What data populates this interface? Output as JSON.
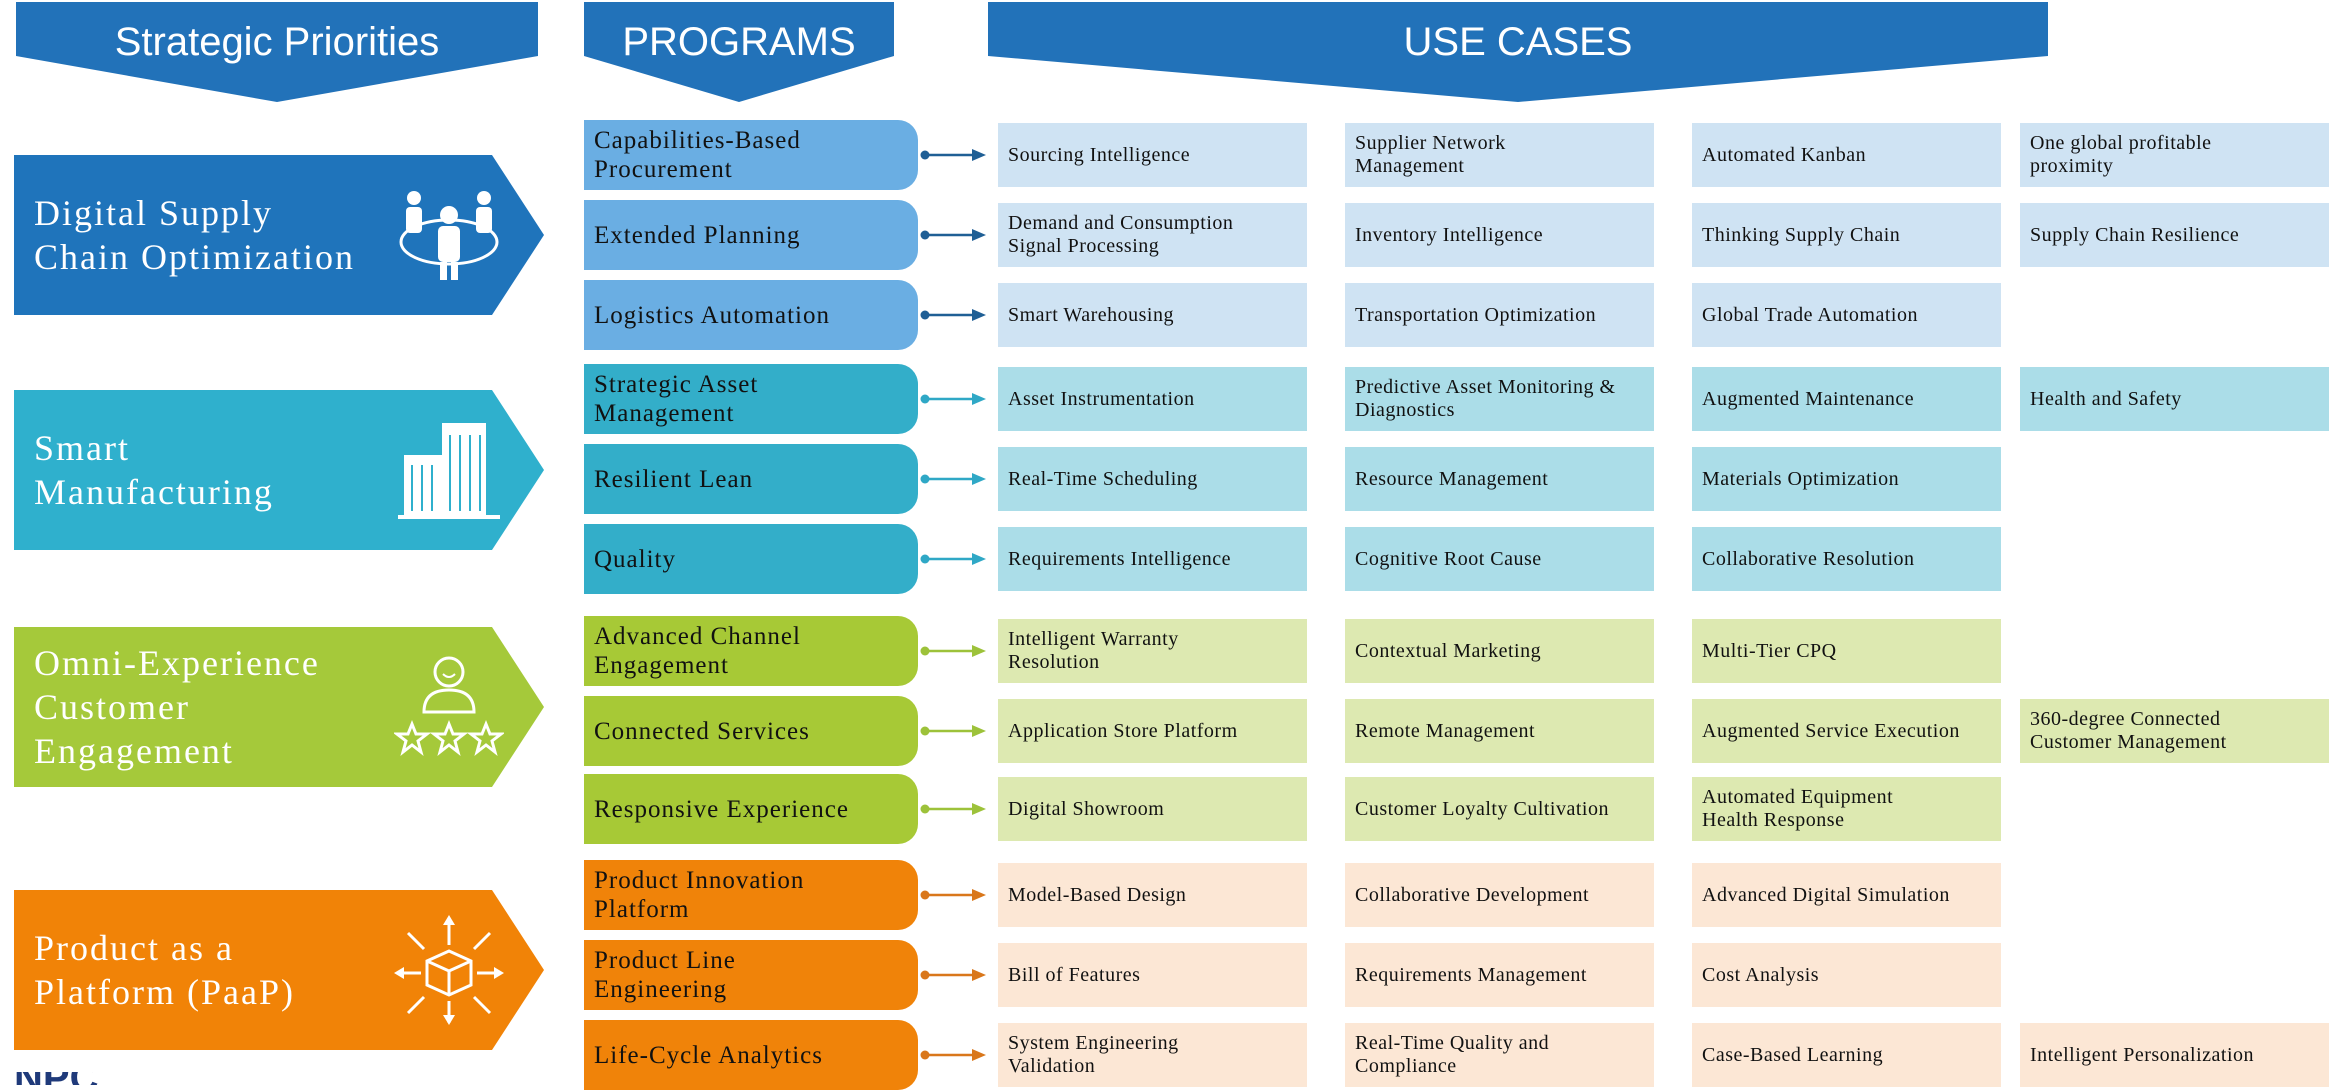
{
  "headers": {
    "priorities": "Strategic Priorities",
    "programs": "PROGRAMS",
    "use_cases": "USE CASES"
  },
  "colors": {
    "header": "#2272b9",
    "supply_chain": {
      "priority": "#1f74bb",
      "program": "#6aaee3",
      "use_case": "#cfe3f3",
      "connector": "#1f5f95"
    },
    "manufacturing": {
      "priority": "#2fb0cd",
      "program": "#33aec9",
      "use_case": "#abdde8",
      "connector": "#2fa8c6"
    },
    "customer": {
      "priority": "#a5c93a",
      "program": "#a7c936",
      "use_case": "#dde9b1",
      "connector": "#9dc23a"
    },
    "product": {
      "priority": "#f18307",
      "program": "#f08309",
      "use_case": "#fce7d5",
      "connector": "#d9771b"
    }
  },
  "groups": [
    {
      "id": "supply_chain",
      "priority": "Digital Supply\nChain Optimization",
      "icon": "people-network-icon",
      "programs": [
        {
          "name": "Capabilities-Based\nProcurement",
          "use_cases": [
            "Sourcing Intelligence",
            "Supplier Network\nManagement",
            "Automated Kanban",
            "One global profitable\nproximity"
          ]
        },
        {
          "name": "Extended Planning",
          "use_cases": [
            "Demand and Consumption\nSignal Processing",
            "Inventory Intelligence",
            "Thinking Supply Chain",
            "Supply Chain Resilience"
          ]
        },
        {
          "name": "Logistics Automation",
          "use_cases": [
            "Smart Warehousing",
            "Transportation Optimization",
            "Global Trade Automation"
          ]
        }
      ]
    },
    {
      "id": "manufacturing",
      "priority": "Smart\nManufacturing",
      "icon": "factory-building-icon",
      "programs": [
        {
          "name": "Strategic Asset\nManagement",
          "use_cases": [
            "Asset Instrumentation",
            "Predictive Asset Monitoring &\nDiagnostics",
            "Augmented Maintenance",
            "Health and Safety"
          ]
        },
        {
          "name": "Resilient Lean",
          "use_cases": [
            "Real-Time Scheduling",
            "Resource Management",
            "Materials Optimization"
          ]
        },
        {
          "name": "Quality",
          "use_cases": [
            "Requirements Intelligence",
            "Cognitive Root Cause",
            "Collaborative Resolution"
          ]
        }
      ]
    },
    {
      "id": "customer",
      "priority": "Omni-Experience\nCustomer\nEngagement",
      "icon": "customer-rating-icon",
      "programs": [
        {
          "name": "Advanced Channel\nEngagement",
          "use_cases": [
            "Intelligent Warranty\nResolution",
            "Contextual Marketing",
            "Multi-Tier CPQ"
          ]
        },
        {
          "name": "Connected Services",
          "use_cases": [
            "Application Store Platform",
            "Remote Management",
            "Augmented Service Execution",
            "360-degree Connected\nCustomer Management"
          ]
        },
        {
          "name": "Responsive Experience",
          "use_cases": [
            "Digital Showroom",
            "Customer Loyalty Cultivation",
            "Automated Equipment\nHealth Response"
          ]
        }
      ]
    },
    {
      "id": "product",
      "priority": "Product as a\nPlatform (PaaP)",
      "icon": "product-box-icon",
      "programs": [
        {
          "name": "Product Innovation\nPlatform",
          "use_cases": [
            "Model-Based Design",
            "Collaborative Development",
            "Advanced Digital Simulation"
          ]
        },
        {
          "name": "Product Line\nEngineering",
          "use_cases": [
            "Bill of Features",
            "Requirements Management",
            "Cost Analysis"
          ]
        },
        {
          "name": "Life-Cycle Analytics",
          "use_cases": [
            "System Engineering\nValidation",
            "Real-Time Quality and\nCompliance",
            "Case-Based Learning",
            "Intelligent Personalization"
          ]
        }
      ]
    }
  ],
  "footer_logo": "NPC"
}
